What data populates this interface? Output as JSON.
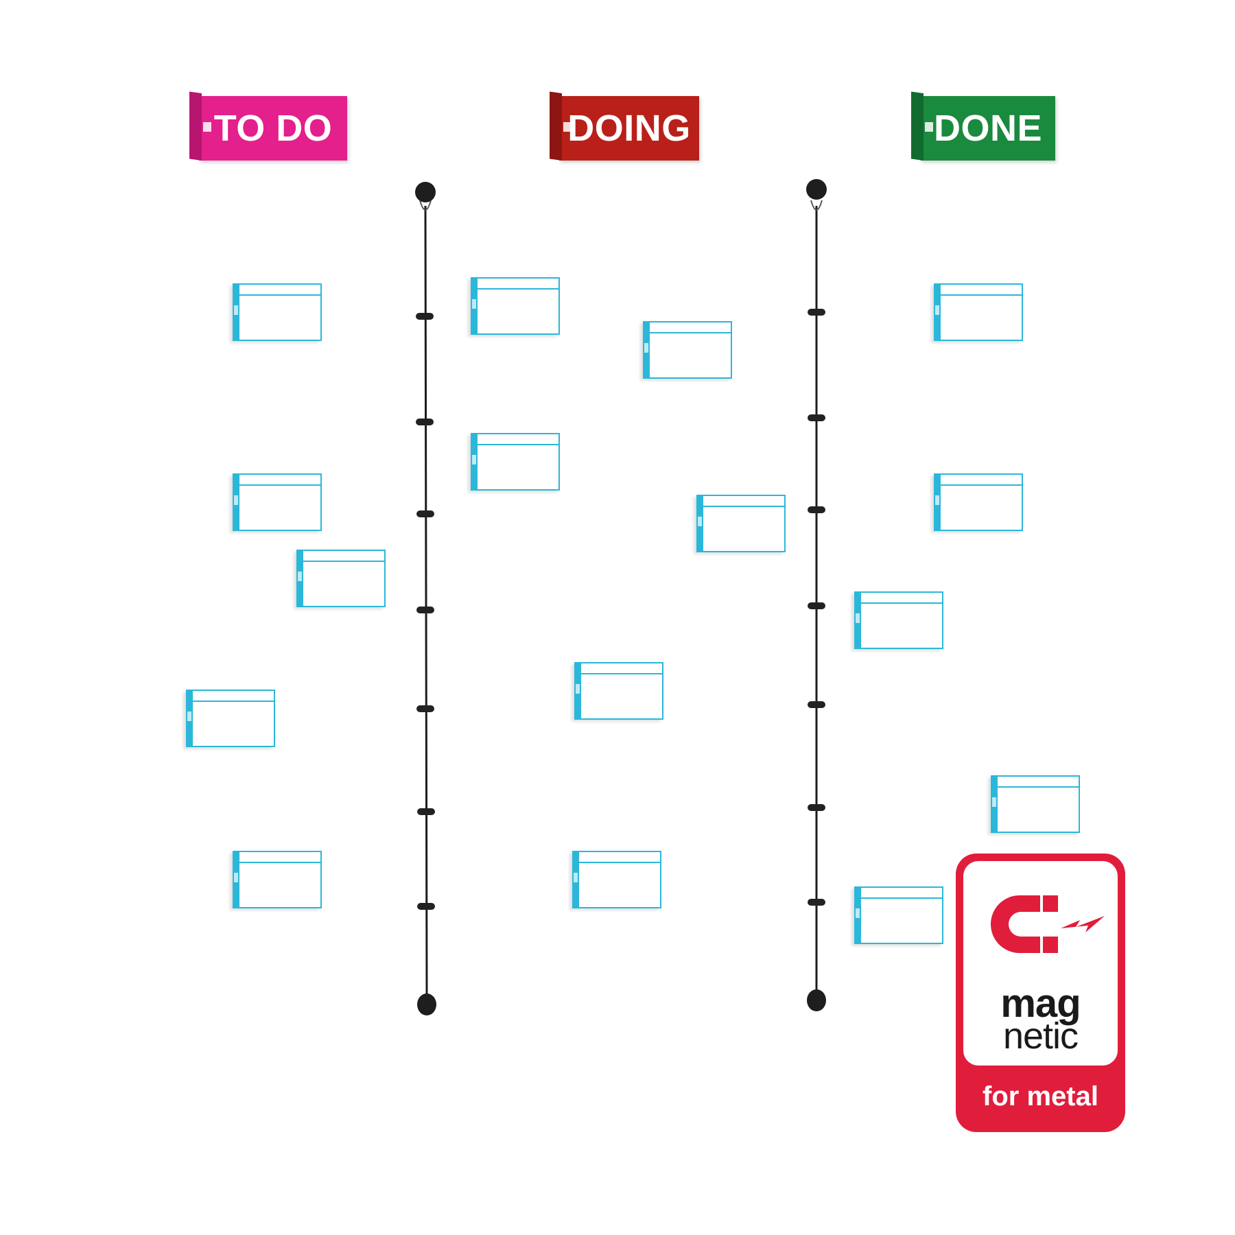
{
  "columns": [
    {
      "id": "todo",
      "label": "TO DO",
      "color": "#e3208c"
    },
    {
      "id": "doing",
      "label": "DOING",
      "color": "#b9201a"
    },
    {
      "id": "done",
      "label": "DONE",
      "color": "#1a8a3e"
    }
  ],
  "card_color": "#2bb7d9",
  "string_color": "#1c1c1c",
  "badge": {
    "icon": "magnet-icon",
    "line1": "mag",
    "line2": "netic",
    "line3": "for metal",
    "color": "#e11d3c"
  }
}
